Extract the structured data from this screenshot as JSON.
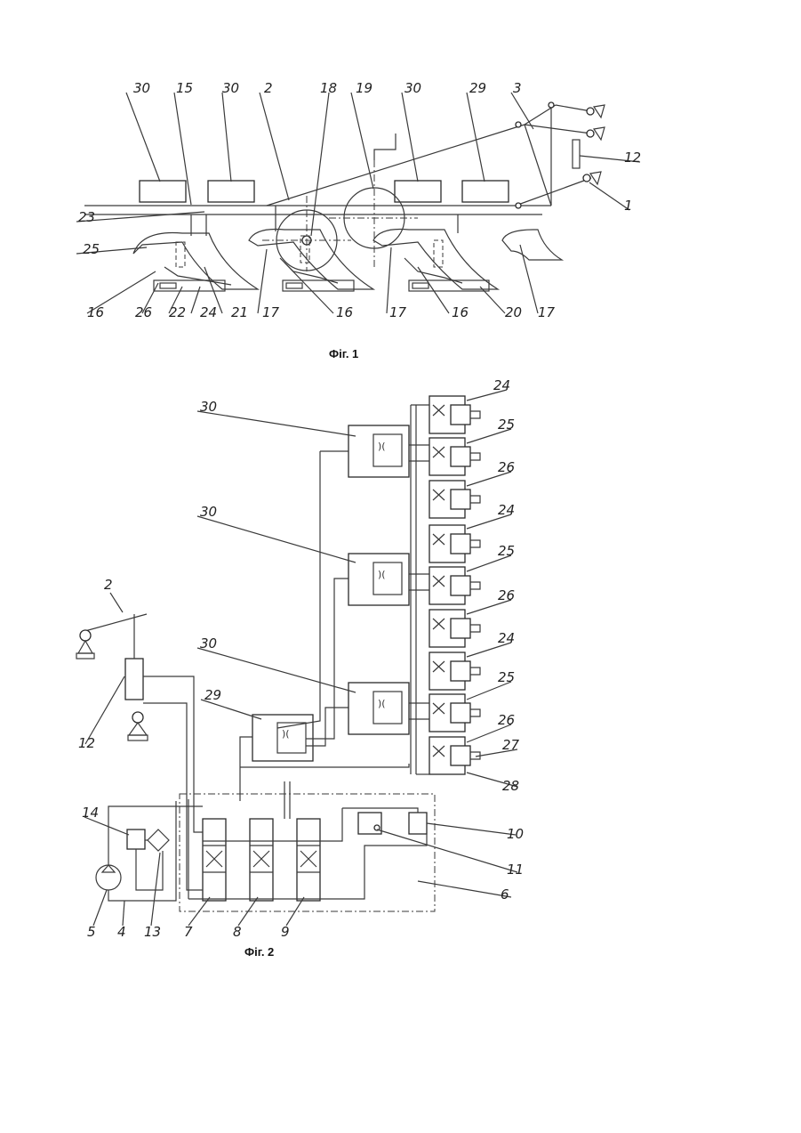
{
  "figures": [
    {
      "caption": "Фіг. 1",
      "labels": [
        "30",
        "15",
        "30",
        "2",
        "18",
        "19",
        "30",
        "29",
        "3",
        "12",
        "1",
        "23",
        "25",
        "16",
        "26",
        "22",
        "24",
        "21",
        "17",
        "16",
        "17",
        "16",
        "20",
        "17"
      ]
    },
    {
      "caption": "Фіг. 2",
      "labels": [
        "24",
        "25",
        "26",
        "24",
        "25",
        "26",
        "24",
        "25",
        "26",
        "27",
        "28",
        "30",
        "30",
        "30",
        "29",
        "2",
        "12",
        "14",
        "10",
        "11",
        "6",
        "5",
        "4",
        "13",
        "7",
        "8",
        "9"
      ]
    }
  ],
  "icons": [
    "plough-frame-drawing",
    "hydraulic-schematic",
    "hydraulic-pump-symbol",
    "filter-symbol",
    "valve-symbol",
    "cylinder-symbol",
    "ground-symbol"
  ]
}
